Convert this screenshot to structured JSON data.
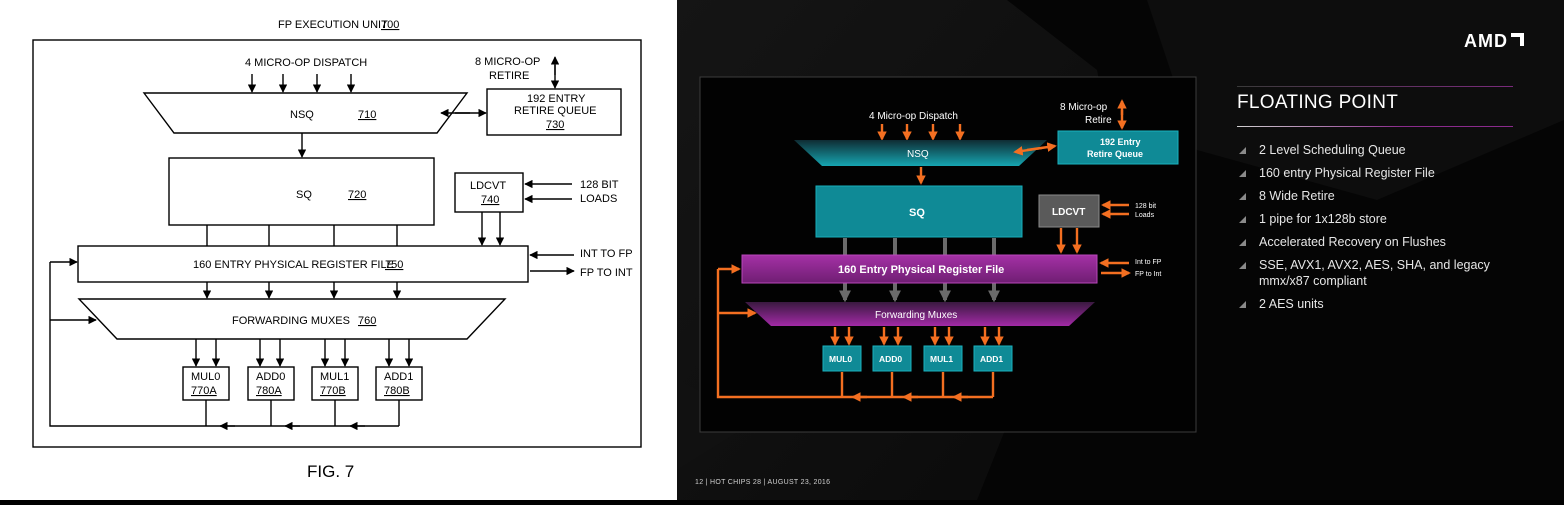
{
  "patent": {
    "title": "FP EXECUTION UNIT",
    "title_ref": "700",
    "dispatch_label": "4 MICRO-OP DISPATCH",
    "retire_label_1": "8 MICRO-OP",
    "retire_label_2": "RETIRE",
    "nsq_label": "NSQ",
    "nsq_ref": "710",
    "rq_line1": "192 ENTRY",
    "rq_line2": "RETIRE QUEUE",
    "rq_ref": "730",
    "sq_label": "SQ",
    "sq_ref": "720",
    "ldcvt_label": "LDCVT",
    "ldcvt_ref": "740",
    "loads_line1": "128 BIT",
    "loads_line2": "LOADS",
    "prf_label": "160 ENTRY PHYSICAL REGISTER FILE",
    "prf_ref": "750",
    "int_to_fp": "INT TO FP",
    "fp_to_int": "FP TO INT",
    "mux_label": "FORWARDING MUXES",
    "mux_ref": "760",
    "units": [
      {
        "name": "MUL0",
        "ref": "770A"
      },
      {
        "name": "ADD0",
        "ref": "780A"
      },
      {
        "name": "MUL1",
        "ref": "770B"
      },
      {
        "name": "ADD1",
        "ref": "780B"
      }
    ],
    "fig_label": "FIG. 7"
  },
  "slide": {
    "logo": "AMD",
    "title": "FLOATING POINT",
    "bullets": [
      "2 Level Scheduling Queue",
      "160 entry Physical Register File",
      "8 Wide Retire",
      "1 pipe for 1x128b store",
      "Accelerated Recovery on Flushes",
      "SSE, AVX1, AVX2, AES, SHA, and legacy mmx/x87 compliant",
      "2 AES units"
    ],
    "footer": "12  |  HOT CHIPS 28  |  AUGUST 23, 2016",
    "diagram": {
      "dispatch_label": "4 Micro-op Dispatch",
      "retire_label_1": "8 Micro-op",
      "retire_label_2": "Retire",
      "nsq_label": "NSQ",
      "rq_line1": "192 Entry",
      "rq_line2": "Retire Queue",
      "sq_label": "SQ",
      "ldcvt_label": "LDCVT",
      "loads_line1": "128 bit",
      "loads_line2": "Loads",
      "prf_label": "160 Entry Physical Register File",
      "int_to_fp": "Int to FP",
      "fp_to_int": "FP to Int",
      "mux_label": "Forwarding Muxes",
      "units": [
        "MUL0",
        "ADD0",
        "MUL1",
        "ADD1"
      ]
    },
    "colors": {
      "teal": "#0f8a96",
      "purple": "#8e2a90",
      "orange": "#f36f21",
      "ldcvt_gray": "#5a5a5a"
    }
  }
}
